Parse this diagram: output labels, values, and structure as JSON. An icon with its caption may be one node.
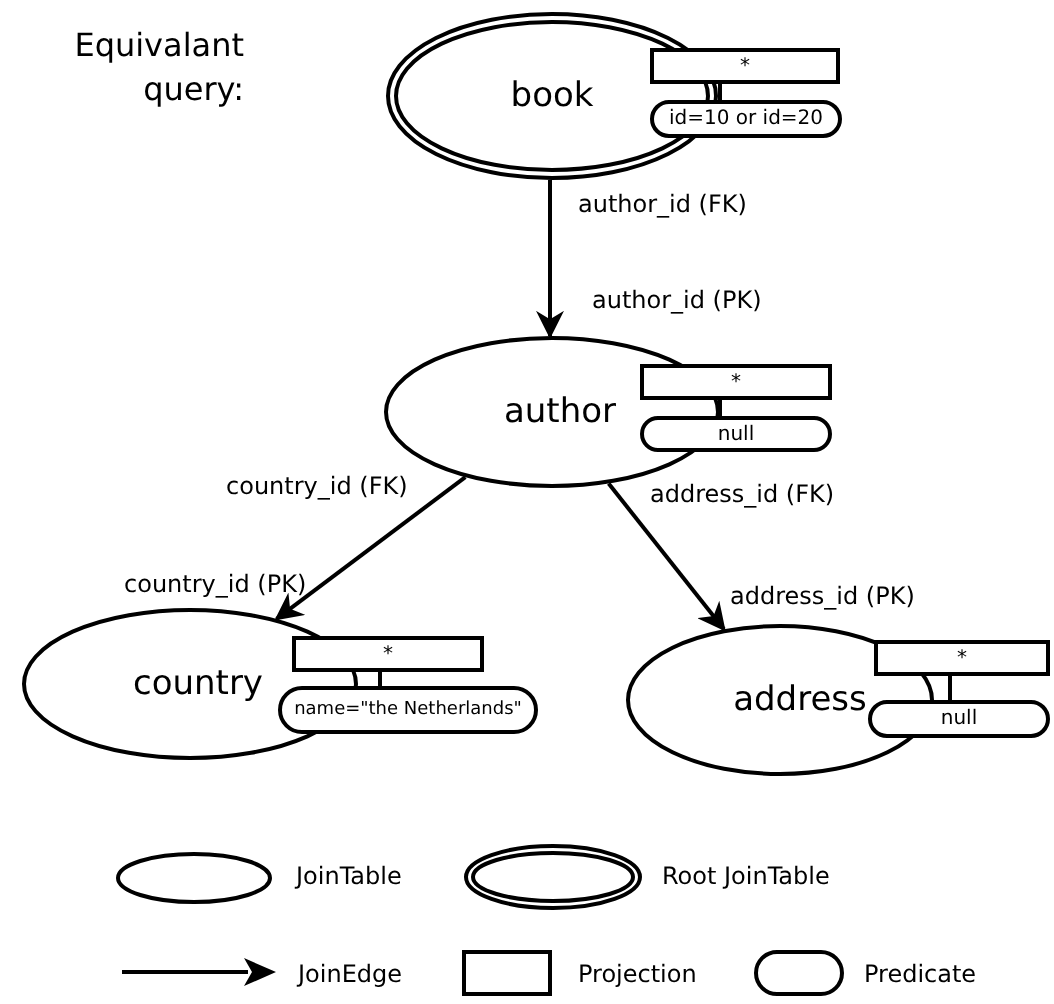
{
  "diagram": {
    "title": "Equivalant query:",
    "nodes": [
      {
        "text": [
          "book"
        ]
      },
      {
        "text": [
          "*"
        ]
      },
      {
        "text": [
          "id=10 or id=20"
        ]
      },
      {
        "text": [
          "author"
        ]
      },
      {
        "text": [
          "*"
        ]
      },
      {
        "text": [
          "null"
        ]
      },
      {
        "text": [
          "country"
        ]
      },
      {
        "text": [
          "*"
        ]
      },
      {
        "text": [
          "name=\"the Netherlands\""
        ]
      },
      {
        "text": [
          "address"
        ]
      },
      {
        "text": [
          "*"
        ]
      },
      {
        "text": [
          "null"
        ]
      }
    ],
    "edges": [
      {
        "from": 0,
        "to": 3,
        "arrow": "to",
        "label": "author_id (FK)"
      },
      {
        "from": 3,
        "to": 6,
        "arrow": "to",
        "label": "country_id (FK)"
      },
      {
        "from": 3,
        "to": 9,
        "arrow": "to",
        "label": "address_id (FK)"
      },
      {
        "from": 1,
        "to": 2,
        "arrow": "none"
      },
      {
        "from": 4,
        "to": 5,
        "arrow": "none"
      },
      {
        "from": 7,
        "to": 8,
        "arrow": "none"
      },
      {
        "from": 10,
        "to": 11,
        "arrow": "none"
      }
    ],
    "labels": [
      "author_id (PK)",
      "country_id (PK)",
      "address_id (PK)"
    ],
    "legend": [
      {
        "text": "JoinTable"
      },
      {
        "text": "Root JoinTable"
      },
      {
        "text": "JoinEdge"
      },
      {
        "text": "Projection"
      },
      {
        "text": "Predicate"
      }
    ]
  }
}
